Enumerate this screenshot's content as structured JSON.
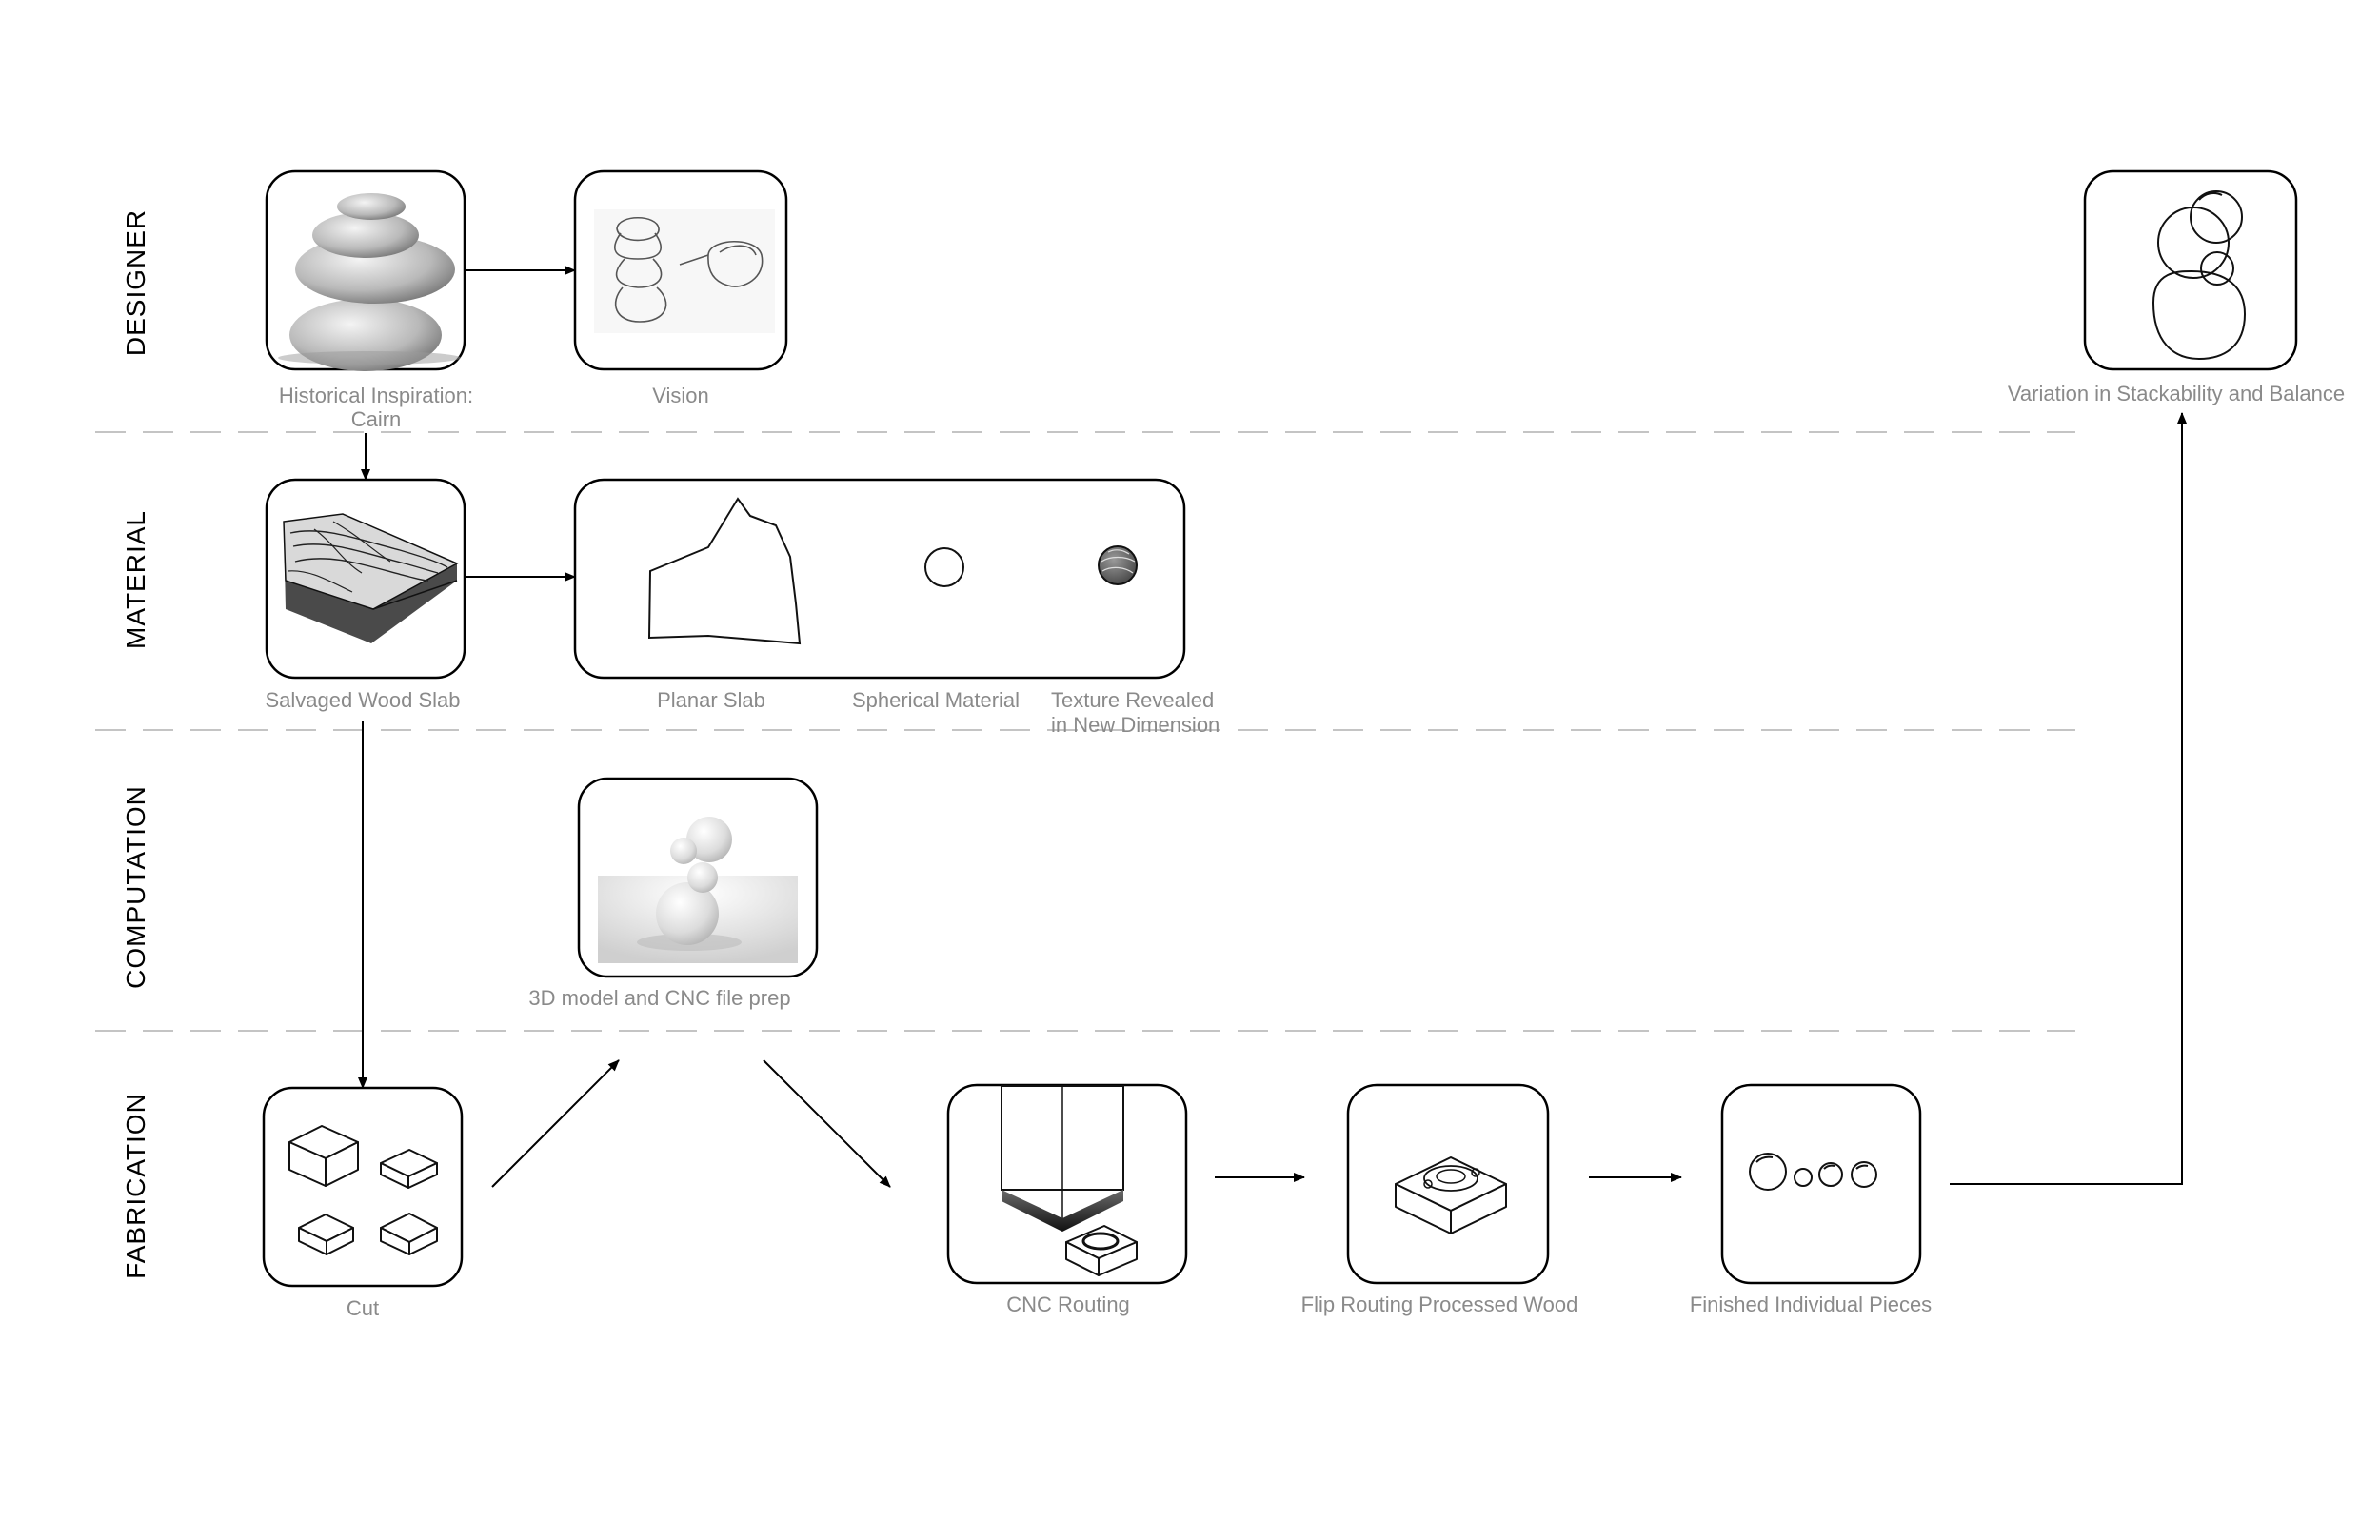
{
  "lanes": {
    "designer": "DESIGNER",
    "material": "MATERIAL",
    "computation": "COMPUTATION",
    "fabrication": "FABRICATION"
  },
  "steps": {
    "historical_inspiration": {
      "line1": "Historical Inspiration:",
      "line2": "Cairn",
      "icon": "stacked-stones-photo"
    },
    "vision": {
      "label": "Vision",
      "icon": "pencil-sketch"
    },
    "variation": {
      "label": "Variation in Stackability and Balance",
      "icon": "stacked-spheres-outline"
    },
    "salvaged_wood_slab": {
      "label": "Salvaged Wood Slab",
      "icon": "wood-slab-drawing"
    },
    "planar_slab": {
      "label": "Planar Slab",
      "icon": "irregular-outline"
    },
    "spherical_material": {
      "label": "Spherical Material",
      "icon": "circle"
    },
    "texture_revealed": {
      "line1": "Texture Revealed",
      "line2": "in New Dimension",
      "icon": "textured-sphere"
    },
    "model_prep": {
      "label": "3D model and CNC file prep",
      "icon": "rendered-spheres"
    },
    "cut": {
      "label": "Cut",
      "icon": "four-blocks"
    },
    "cnc_routing": {
      "label": "CNC Routing",
      "icon": "router-bit"
    },
    "flip_routing": {
      "label": "Flip Routing Processed Wood",
      "icon": "routed-block"
    },
    "finished_pieces": {
      "label": "Finished Individual Pieces",
      "icon": "four-spheres"
    }
  },
  "colors": {
    "box_stroke": "#000000",
    "caption": "#8a8a8a",
    "separator": "#c4c4c4",
    "background": "#ffffff"
  }
}
